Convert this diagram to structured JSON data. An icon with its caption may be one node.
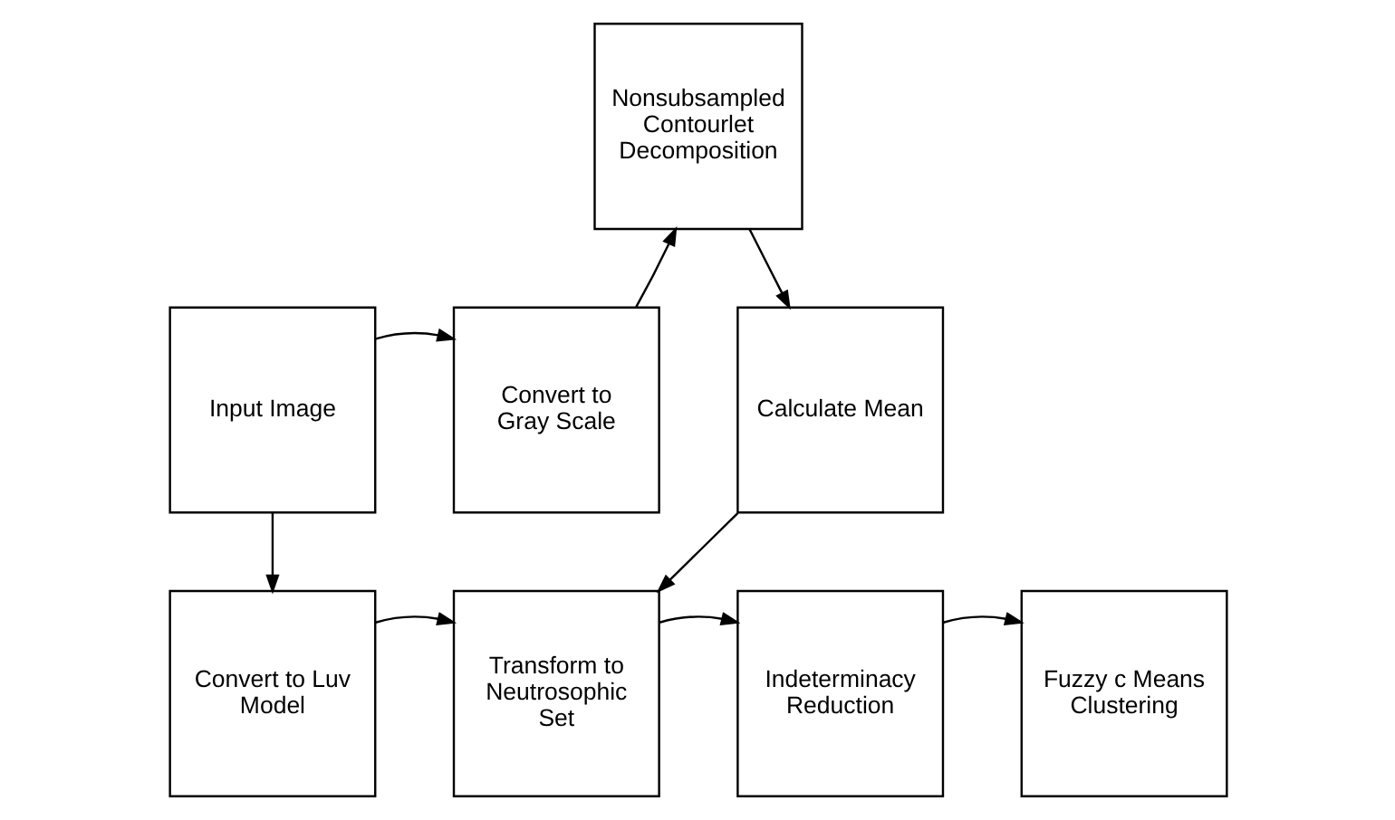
{
  "diagram": {
    "nodes": [
      {
        "text": [
          "Input Image"
        ]
      },
      {
        "text": [
          "Convert to Gray Scale"
        ]
      },
      {
        "text": [
          "Nonsubsampled Contourlet Decomposition"
        ]
      },
      {
        "text": [
          "Calculate Mean"
        ]
      },
      {
        "text": [
          "Convert to Luv Model"
        ]
      },
      {
        "text": [
          "Transform to Neutrosophic Set"
        ]
      },
      {
        "text": [
          "Indeterminacy Reduction"
        ]
      },
      {
        "text": [
          "Fuzzy c Means Clustering"
        ]
      }
    ],
    "edges": [
      {
        "from": 0,
        "to": 1,
        "arrow": "to"
      },
      {
        "from": 1,
        "to": 2,
        "arrow": "to"
      },
      {
        "from": 2,
        "to": 3,
        "arrow": "to"
      },
      {
        "from": 0,
        "to": 4,
        "arrow": "to"
      },
      {
        "from": 3,
        "to": 5,
        "arrow": "to"
      },
      {
        "from": 4,
        "to": 5,
        "arrow": "to"
      },
      {
        "from": 5,
        "to": 6,
        "arrow": "to"
      },
      {
        "from": 6,
        "to": 7,
        "arrow": "to"
      }
    ]
  }
}
